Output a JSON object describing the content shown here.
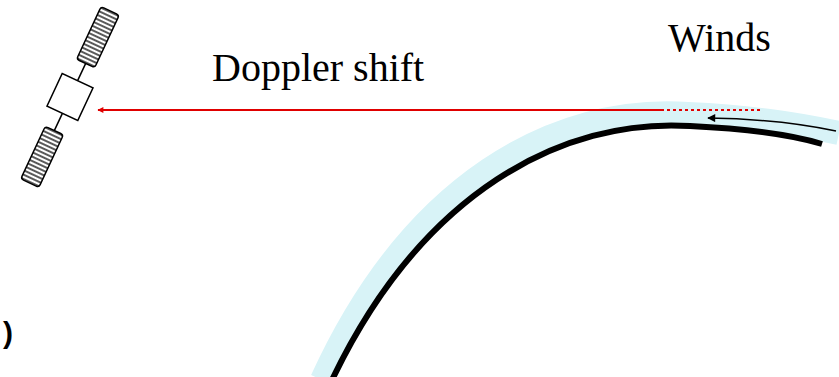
{
  "diagram": {
    "labels": [
      "Doppler shift",
      "Winds",
      ")"
    ]
  }
}
